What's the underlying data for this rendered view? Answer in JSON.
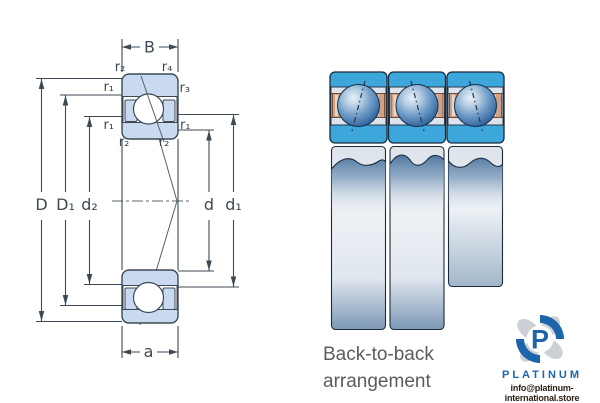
{
  "diagram": {
    "labels": {
      "B": "B",
      "a": "a",
      "D": "D",
      "D1": "D₁",
      "d2": "d₂",
      "d": "d",
      "d1": "d₁",
      "r1": "r₁",
      "r2": "r₂",
      "r3": "r₃",
      "r4": "r₄"
    }
  },
  "arrangement": {
    "caption_line1": "Back-to-back",
    "caption_line2": "arrangement"
  },
  "watermark": {
    "monogram": "P",
    "brand": "PLATINUM",
    "email": "info@platinum-international.store"
  },
  "colors": {
    "line-dark": "#3d4a55",
    "section-fill": "#c9daf0",
    "ring-blue": "#3da6da",
    "outline-navy": "#1c2b3a",
    "cage-tan": "#cfa287",
    "cage-outline": "#7c4526",
    "brand-blue": "#1d65ab",
    "caption-gray": "#5c5c5e",
    "email-dark": "#2b2114"
  }
}
